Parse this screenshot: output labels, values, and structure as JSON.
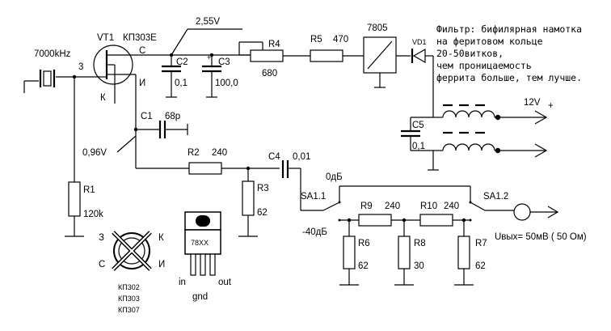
{
  "source": {
    "label": "7000kHz",
    "pin": "3"
  },
  "transistor": {
    "ref": "VT1",
    "part": "КП303Е",
    "pin_s": "С",
    "pin_i": "И",
    "pin_k": "К"
  },
  "caps": {
    "c1": {
      "ref": "C1",
      "value": "68p"
    },
    "c2": {
      "ref": "C2",
      "value": "0,1"
    },
    "c3": {
      "ref": "C3",
      "value": "100,0"
    },
    "c4": {
      "ref": "C4",
      "value": "0,01"
    },
    "c5": {
      "ref": "C5",
      "value": "0,1"
    }
  },
  "resistors": {
    "r1": {
      "ref": "R1",
      "value": "120k"
    },
    "r2": {
      "ref": "R2",
      "value": "240"
    },
    "r3": {
      "ref": "R3",
      "value": "62"
    },
    "r4": {
      "ref": "R4",
      "value": "680"
    },
    "r5": {
      "ref": "R5",
      "value": "470"
    },
    "r6": {
      "ref": "R6",
      "value": "62"
    },
    "r7": {
      "ref": "R7",
      "value": "62"
    },
    "r8": {
      "ref": "R8",
      "value": "30"
    },
    "r9": {
      "ref": "R9",
      "value": "240"
    },
    "r10": {
      "ref": "R10",
      "value": "240"
    }
  },
  "voltages": {
    "drain": "2,55V",
    "source": "0,96V",
    "supply": "12V",
    "plus": "+"
  },
  "regulator": {
    "part": "7805",
    "diode": "VD1",
    "pkg_label": "78XX",
    "pin_in": "in",
    "pin_gnd": "gnd",
    "pin_out": "out"
  },
  "switches": {
    "sa1": "SA1.1",
    "sa2": "SA1.2",
    "db0": "0дБ",
    "db40": "-40дБ"
  },
  "output": {
    "label": "Uвых= 50мВ ( 50 Ом)"
  },
  "filter_note": [
    "Фильтр: бифилярная намотка",
    "на феритовом кольце",
    " 20-50витков,",
    "чем проницаемость",
    "феррита больше, тем лучше."
  ],
  "pinout": {
    "z": "З",
    "k": "К",
    "s": "С",
    "i": "И",
    "parts": [
      "КП302",
      "КП303",
      "КП307"
    ]
  }
}
